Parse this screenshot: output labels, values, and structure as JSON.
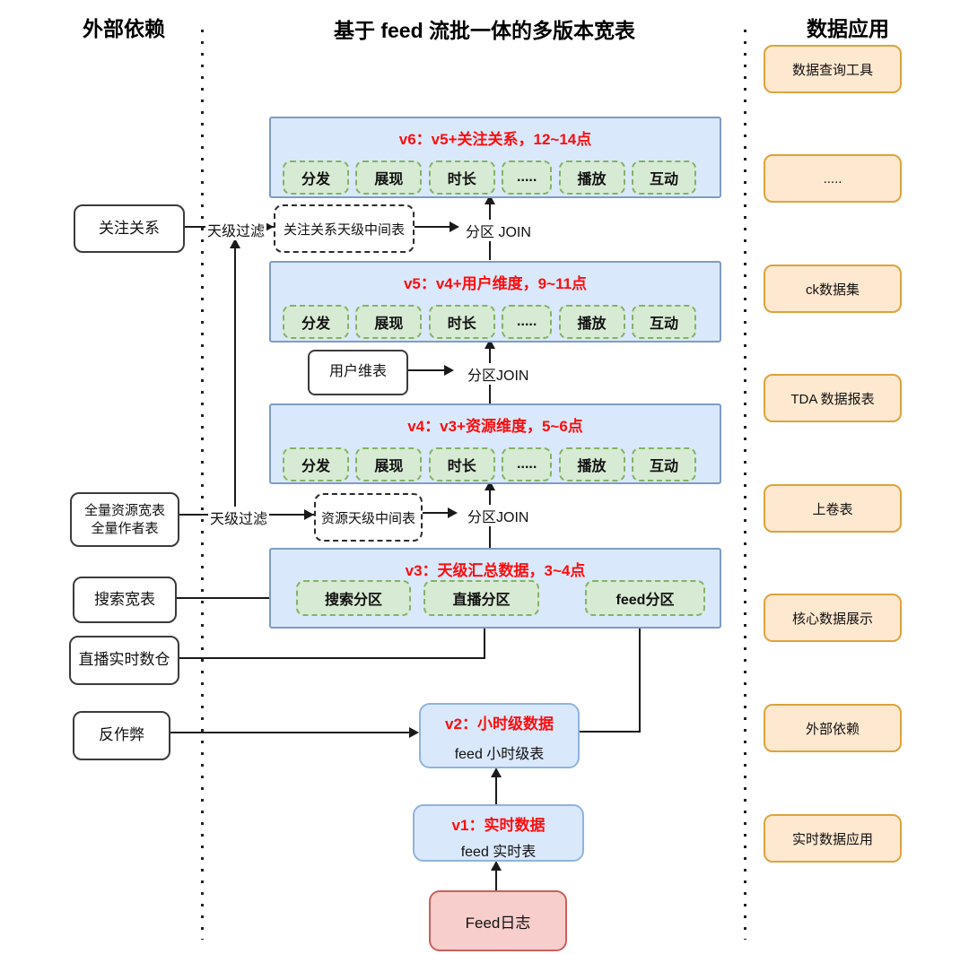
{
  "headers": {
    "left": "外部依赖",
    "center": "基于 feed 流批一体的多版本宽表",
    "right": "数据应用"
  },
  "left_column": [
    {
      "label": "关注关系"
    },
    {
      "line1": "全量资源宽表",
      "line2": "全量作者表"
    },
    {
      "label": "搜索宽表"
    },
    {
      "label": "直播实时数仓"
    },
    {
      "label": "反作弊"
    }
  ],
  "right_column": [
    {
      "label": "数据查询工具"
    },
    {
      "label": "....."
    },
    {
      "label": "ck数据集"
    },
    {
      "label": "TDA 数据报表"
    },
    {
      "label": "上卷表"
    },
    {
      "label": "核心数据展示"
    },
    {
      "label": "外部依赖"
    },
    {
      "label": "实时数据应用"
    }
  ],
  "pipeline": {
    "metric_chips": [
      "分发",
      "展现",
      "时长",
      ".....",
      "播放",
      "互动"
    ],
    "v6": {
      "title": "v6：v5+关注关系，12~14点"
    },
    "v5": {
      "title": "v5：v4+用户维度，9~11点"
    },
    "v4": {
      "title": "v4：v3+资源维度，5~6点"
    },
    "v3": {
      "title": "v3：天级汇总数据，3~4点",
      "chips": [
        "搜索分区",
        "直播分区",
        "feed分区"
      ]
    },
    "v2": {
      "title": "v2：小时级数据",
      "subtitle": "feed 小时级表"
    },
    "v1": {
      "title": "v1：实时数据",
      "subtitle": "feed 实时表"
    },
    "source": {
      "label": "Feed日志"
    },
    "nodes": {
      "follow_mid": "关注关系天级中间表",
      "resource_mid": "资源天级中间表",
      "user_dim": "用户维表"
    },
    "edge_labels": {
      "filter_follow": "天级过滤",
      "filter_resource": "天级过滤",
      "join_v6": "分区 JOIN",
      "join_v5": "分区JOIN",
      "join_v4": "分区JOIN"
    }
  },
  "colors": {
    "blue_fill": "#dae8fc",
    "blue_border": "#7e9cc5",
    "green_fill": "#d7ead3",
    "green_border": "#82b366",
    "orange_fill": "#ffe8d0",
    "orange_border": "#dda33c",
    "pink_fill": "#f8cecc",
    "pink_border": "#c9605b",
    "red_title": "#fb0e0e",
    "line": "#1a1a1a"
  }
}
